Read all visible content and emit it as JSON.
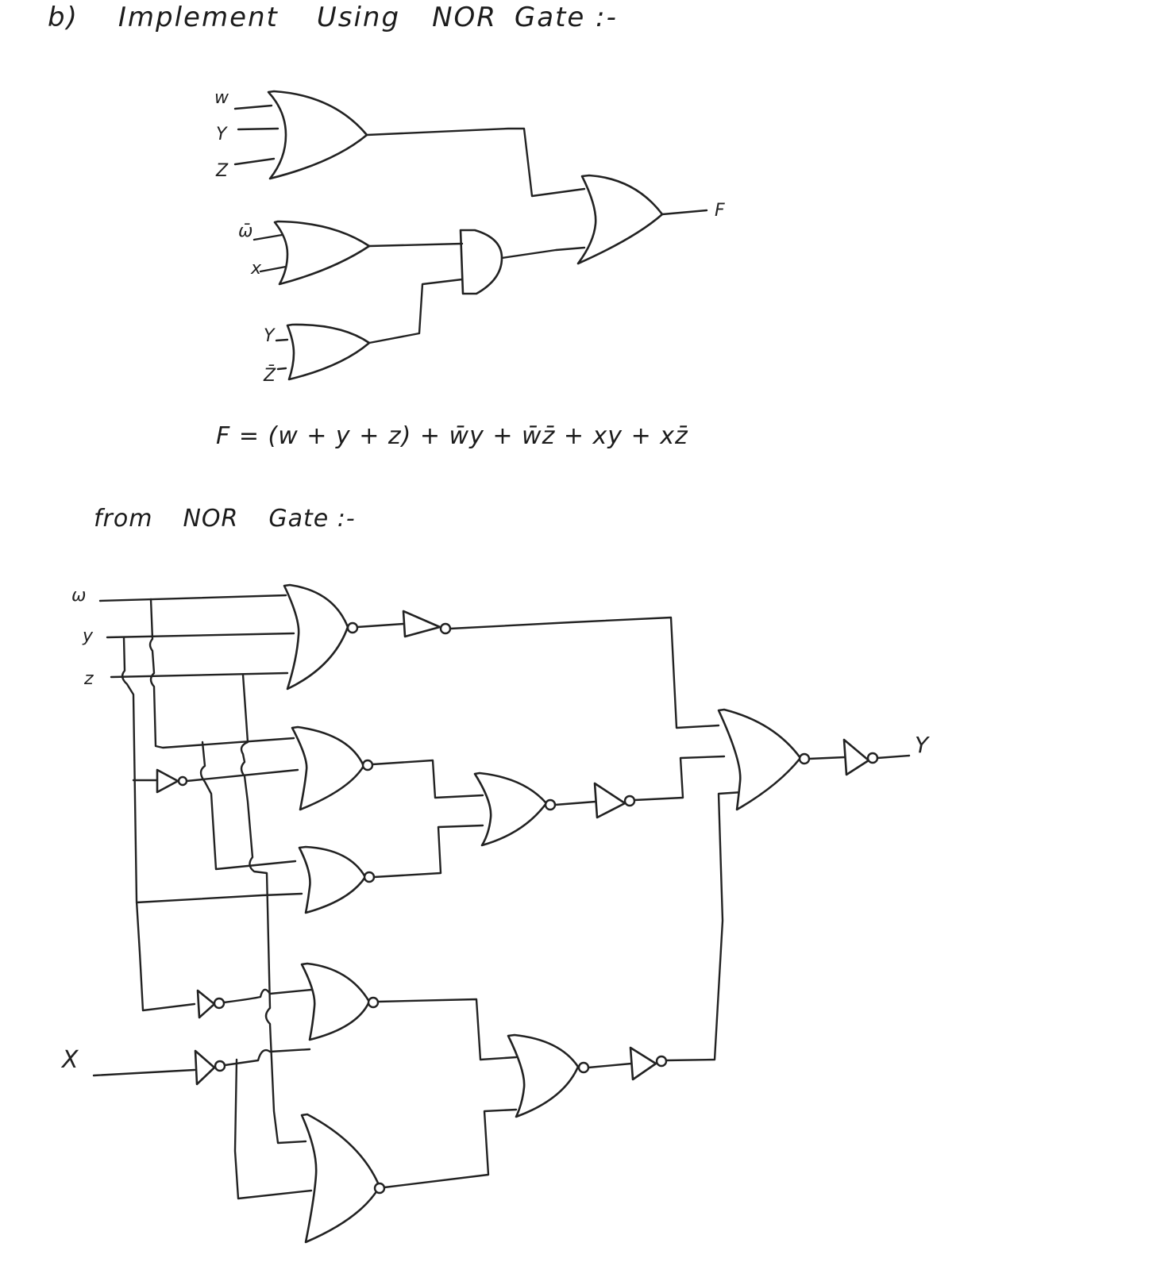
{
  "header": {
    "question_number": "b)",
    "title_words": [
      "Implement",
      "Using",
      "NOR",
      "Gate :-"
    ]
  },
  "diagram1": {
    "inputs": [
      "w",
      "y",
      "z",
      "w̄",
      "x",
      "y",
      "z̄"
    ],
    "output": "F",
    "gates": [
      {
        "id": "or1",
        "type": "OR",
        "inputs": [
          "w",
          "y",
          "z"
        ]
      },
      {
        "id": "or2",
        "type": "OR",
        "inputs": [
          "w̄",
          "x"
        ]
      },
      {
        "id": "or3",
        "type": "OR",
        "inputs": [
          "y",
          "z̄"
        ]
      },
      {
        "id": "and1",
        "type": "AND",
        "inputs": [
          "or2",
          "or3"
        ]
      },
      {
        "id": "or4",
        "type": "OR",
        "inputs": [
          "or1",
          "and1"
        ],
        "output": "F"
      }
    ]
  },
  "equation": {
    "lhs": "F",
    "rhs": "= (w + y + z) + w̄y + w̄z̄ + xy + xz̄"
  },
  "subtitle": {
    "words": [
      "from",
      "NOR",
      "Gate :-"
    ]
  },
  "diagram2": {
    "inputs": [
      "w",
      "y",
      "z",
      "x"
    ],
    "output": "Y",
    "gates": [
      {
        "id": "nor1",
        "type": "NOR",
        "inputs": [
          "w",
          "y",
          "z"
        ]
      },
      {
        "id": "inv1",
        "type": "NOT",
        "inputs": [
          "nor1"
        ]
      },
      {
        "id": "invz",
        "type": "NOT",
        "inputs": [
          "z"
        ]
      },
      {
        "id": "nor2",
        "type": "NOR",
        "inputs": [
          "w",
          "z̄",
          "x̄"
        ]
      },
      {
        "id": "nor3",
        "type": "NOR",
        "inputs": [
          "y",
          "z"
        ]
      },
      {
        "id": "nor4",
        "type": "NOR",
        "inputs": [
          "nor2",
          "nor3"
        ]
      },
      {
        "id": "inv2",
        "type": "NOT",
        "inputs": [
          "nor4"
        ]
      },
      {
        "id": "invy",
        "type": "NOT",
        "inputs": [
          "y"
        ]
      },
      {
        "id": "invx",
        "type": "NOT",
        "inputs": [
          "x"
        ]
      },
      {
        "id": "nor5",
        "type": "NOR",
        "inputs": [
          "ȳ",
          "x̄"
        ]
      },
      {
        "id": "nor6",
        "type": "NOR",
        "inputs": [
          "x̄",
          "z"
        ]
      },
      {
        "id": "nor7",
        "type": "NOR",
        "inputs": [
          "nor5",
          "nor6"
        ]
      },
      {
        "id": "inv3",
        "type": "NOT",
        "inputs": [
          "nor7"
        ]
      },
      {
        "id": "nor_out",
        "type": "NOR",
        "inputs": [
          "inv1",
          "inv2",
          "inv3"
        ]
      },
      {
        "id": "inv_out",
        "type": "NOT",
        "inputs": [
          "nor_out"
        ],
        "output": "Y"
      }
    ]
  },
  "labels": {
    "d1_w": "w",
    "d1_y": "Y",
    "d1_z": "Z",
    "d1_wbar": "ω̄",
    "d1_x": "x",
    "d1_y2": "Y",
    "d1_zbar": "Z̄",
    "d1_out": "F",
    "d2_w": "ω",
    "d2_y": "y",
    "d2_z": "z",
    "d2_x": "X",
    "d2_out": "Y"
  },
  "colors": {
    "ink": "#222222",
    "paper": "#ffffff"
  }
}
